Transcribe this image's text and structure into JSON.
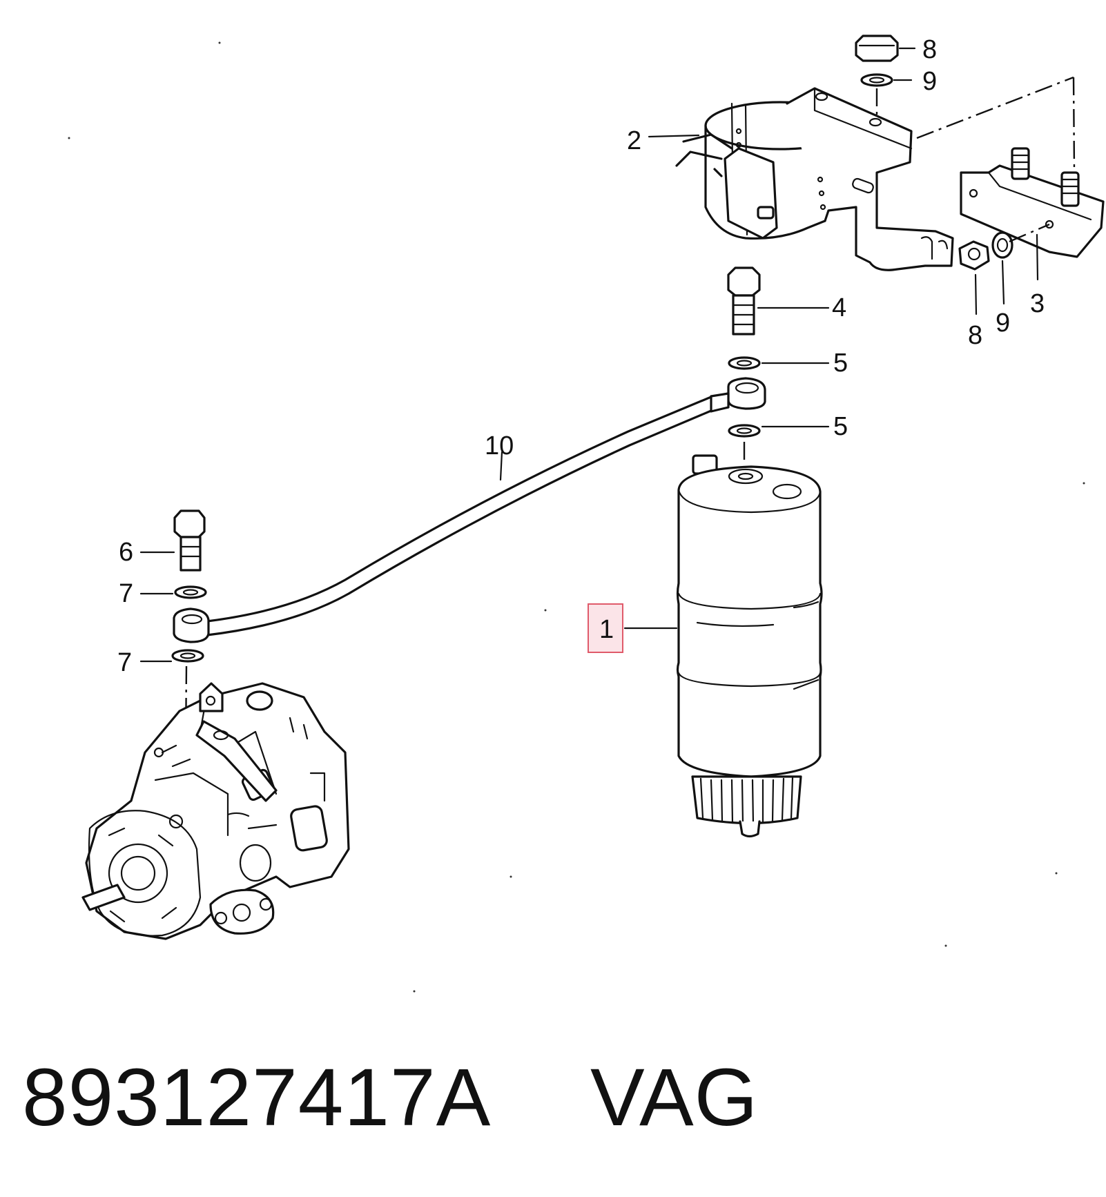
{
  "callouts": [
    {
      "id": "c8a",
      "label": "8"
    },
    {
      "id": "c9a",
      "label": "9"
    },
    {
      "id": "c2",
      "label": "2"
    },
    {
      "id": "c4",
      "label": "4"
    },
    {
      "id": "c5a",
      "label": "5"
    },
    {
      "id": "c5b",
      "label": "5"
    },
    {
      "id": "c10",
      "label": "10"
    },
    {
      "id": "c6",
      "label": "6"
    },
    {
      "id": "c7a",
      "label": "7"
    },
    {
      "id": "c7b",
      "label": "7"
    },
    {
      "id": "c1",
      "label": "1"
    },
    {
      "id": "c8b",
      "label": "8"
    },
    {
      "id": "c9b",
      "label": "9"
    },
    {
      "id": "c3",
      "label": "3"
    }
  ],
  "highlight": {
    "label": "1",
    "color": "#e05a6a",
    "fill": "#fbe4e8"
  },
  "footer": {
    "part_number": "893127417A",
    "brand": "VAG"
  }
}
